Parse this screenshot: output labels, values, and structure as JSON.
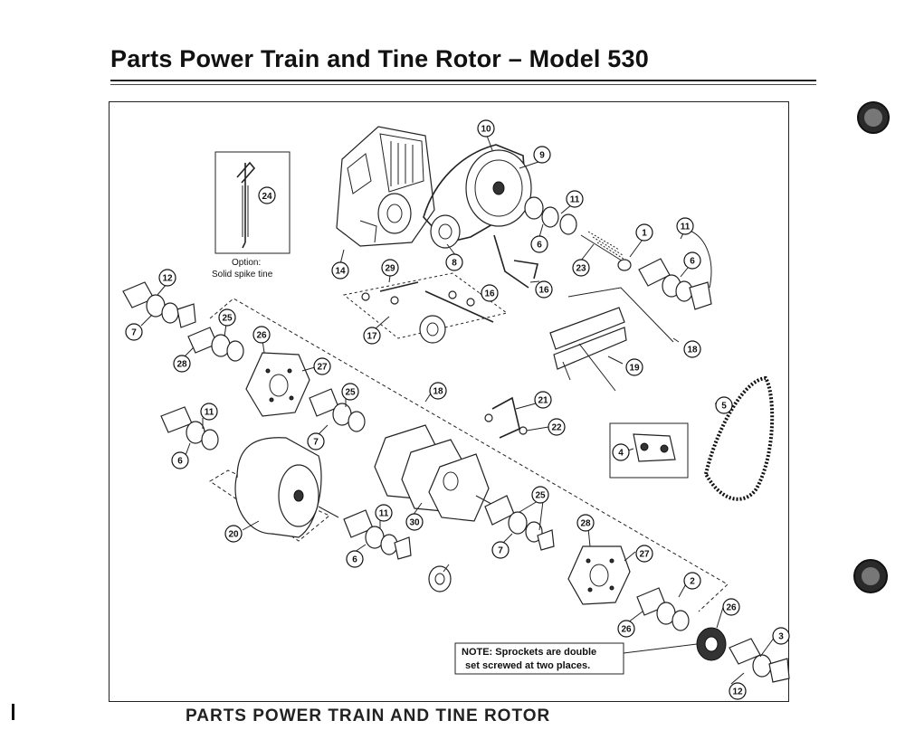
{
  "page": {
    "title": "Parts Power Train and Tine Rotor – Model 530",
    "footer_heading": "PARTS POWER TRAIN AND TINE ROTOR"
  },
  "inset_option": {
    "line1": "Option:",
    "line2": "Solid spike tine",
    "callout": "24"
  },
  "note": {
    "line1": "NOTE: Sprockets are double",
    "line2": "set screwed at two places."
  },
  "callouts": [
    {
      "label": "10"
    },
    {
      "label": "9"
    },
    {
      "label": "11"
    },
    {
      "label": "1"
    },
    {
      "label": "6"
    },
    {
      "label": "23"
    },
    {
      "label": "8"
    },
    {
      "label": "11"
    },
    {
      "label": "6"
    },
    {
      "label": "16"
    },
    {
      "label": "16"
    },
    {
      "label": "14"
    },
    {
      "label": "29"
    },
    {
      "label": "17"
    },
    {
      "label": "12"
    },
    {
      "label": "7"
    },
    {
      "label": "25"
    },
    {
      "label": "28"
    },
    {
      "label": "26"
    },
    {
      "label": "27"
    },
    {
      "label": "19"
    },
    {
      "label": "18"
    },
    {
      "label": "25"
    },
    {
      "label": "18"
    },
    {
      "label": "21"
    },
    {
      "label": "22"
    },
    {
      "label": "7"
    },
    {
      "label": "11"
    },
    {
      "label": "6"
    },
    {
      "label": "5"
    },
    {
      "label": "4"
    },
    {
      "label": "30"
    },
    {
      "label": "20"
    },
    {
      "label": "11"
    },
    {
      "label": "6"
    },
    {
      "label": "25"
    },
    {
      "label": "7"
    },
    {
      "label": "28"
    },
    {
      "label": "27"
    },
    {
      "label": "2"
    },
    {
      "label": "26"
    },
    {
      "label": "26"
    },
    {
      "label": "3"
    },
    {
      "label": "12"
    },
    {
      "label": "7"
    }
  ]
}
